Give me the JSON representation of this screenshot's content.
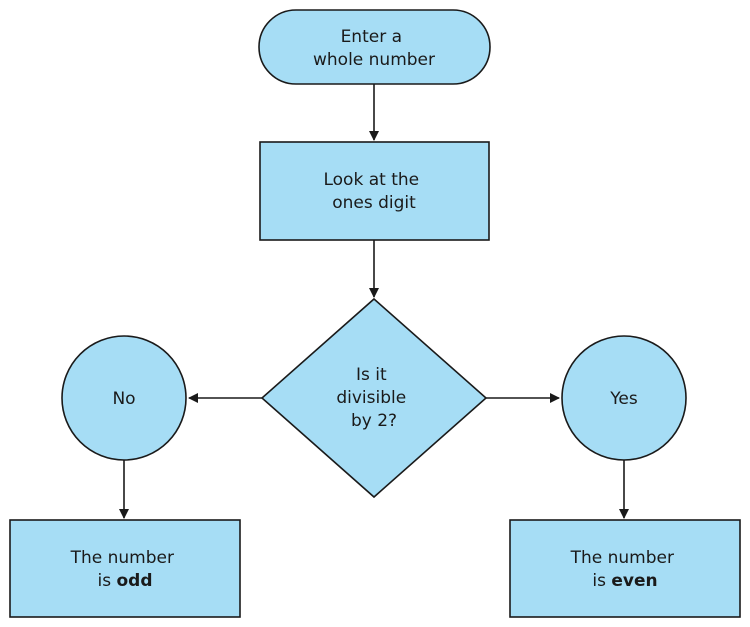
{
  "colors": {
    "fill": "#a6ddf5",
    "stroke": "#1a1a1a",
    "text": "#1a1a1a",
    "background": "#ffffff"
  },
  "nodes": {
    "start": {
      "shape": "terminator",
      "lines": [
        "Enter a",
        "whole number"
      ]
    },
    "look": {
      "shape": "process",
      "lines": [
        "Look at the",
        "ones digit"
      ]
    },
    "decision": {
      "shape": "decision",
      "lines": [
        "Is it",
        "divisible",
        "by 2?"
      ]
    },
    "no": {
      "shape": "connector",
      "label": "No"
    },
    "yes": {
      "shape": "connector",
      "label": "Yes"
    },
    "odd": {
      "shape": "process",
      "line1": "The number",
      "line2_prefix": "is ",
      "line2_bold": "odd"
    },
    "even": {
      "shape": "process",
      "line1": "The number",
      "line2_prefix": "is ",
      "line2_bold": "even"
    }
  }
}
